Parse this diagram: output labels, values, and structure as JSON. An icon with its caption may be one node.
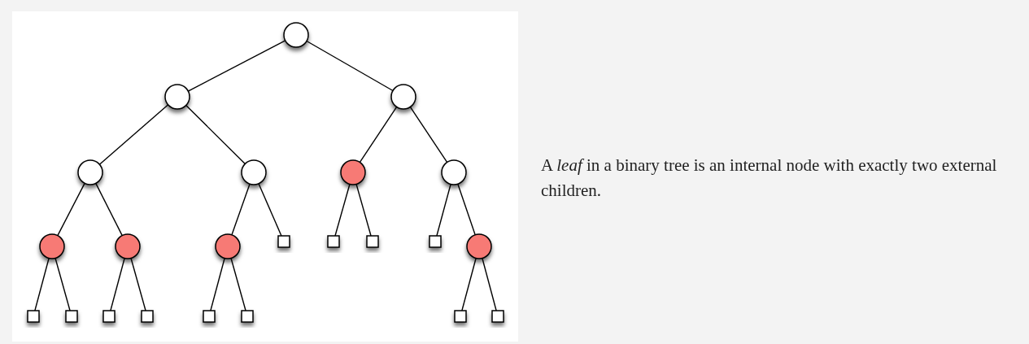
{
  "diagram": {
    "nodes": [
      {
        "text": [],
        "shape": "circle"
      },
      {
        "text": [],
        "shape": "circle"
      },
      {
        "text": [],
        "shape": "circle"
      },
      {
        "text": [],
        "shape": "circle"
      },
      {
        "text": [],
        "shape": "circle"
      },
      {
        "text": [],
        "shape": "circle"
      },
      {
        "text": [],
        "shape": "circle"
      },
      {
        "text": [],
        "shape": "circle"
      },
      {
        "text": [],
        "shape": "circle"
      },
      {
        "text": [],
        "shape": "circle"
      },
      {
        "text": [],
        "shape": "box"
      },
      {
        "text": [],
        "shape": "box"
      },
      {
        "text": [],
        "shape": "box"
      },
      {
        "text": [],
        "shape": "box"
      },
      {
        "text": [],
        "shape": "circle"
      },
      {
        "text": [],
        "shape": "box"
      },
      {
        "text": [],
        "shape": "box"
      },
      {
        "text": [],
        "shape": "box"
      },
      {
        "text": [],
        "shape": "box"
      },
      {
        "text": [],
        "shape": "box"
      },
      {
        "text": [],
        "shape": "box"
      },
      {
        "text": [],
        "shape": "box"
      },
      {
        "text": [],
        "shape": "box"
      }
    ],
    "edges": [
      {
        "from": 0,
        "to": 1,
        "arrow": "none"
      },
      {
        "from": 0,
        "to": 2,
        "arrow": "none"
      },
      {
        "from": 1,
        "to": 3,
        "arrow": "none"
      },
      {
        "from": 1,
        "to": 4,
        "arrow": "none"
      },
      {
        "from": 2,
        "to": 5,
        "arrow": "none"
      },
      {
        "from": 2,
        "to": 6,
        "arrow": "none"
      },
      {
        "from": 3,
        "to": 7,
        "arrow": "none"
      },
      {
        "from": 3,
        "to": 8,
        "arrow": "none"
      },
      {
        "from": 4,
        "to": 9,
        "arrow": "none"
      },
      {
        "from": 4,
        "to": 10,
        "arrow": "none"
      },
      {
        "from": 5,
        "to": 11,
        "arrow": "none"
      },
      {
        "from": 5,
        "to": 12,
        "arrow": "none"
      },
      {
        "from": 6,
        "to": 13,
        "arrow": "none"
      },
      {
        "from": 6,
        "to": 14,
        "arrow": "none"
      },
      {
        "from": 7,
        "to": 15,
        "arrow": "none"
      },
      {
        "from": 7,
        "to": 16,
        "arrow": "none"
      },
      {
        "from": 8,
        "to": 17,
        "arrow": "none"
      },
      {
        "from": 8,
        "to": 18,
        "arrow": "none"
      },
      {
        "from": 9,
        "to": 19,
        "arrow": "none"
      },
      {
        "from": 9,
        "to": 20,
        "arrow": "none"
      },
      {
        "from": 14,
        "to": 21,
        "arrow": "none"
      },
      {
        "from": 14,
        "to": 22,
        "arrow": "none"
      }
    ],
    "labels": [
      "A *leaf* in a binary tree is an internal node with exactly two external children."
    ]
  }
}
